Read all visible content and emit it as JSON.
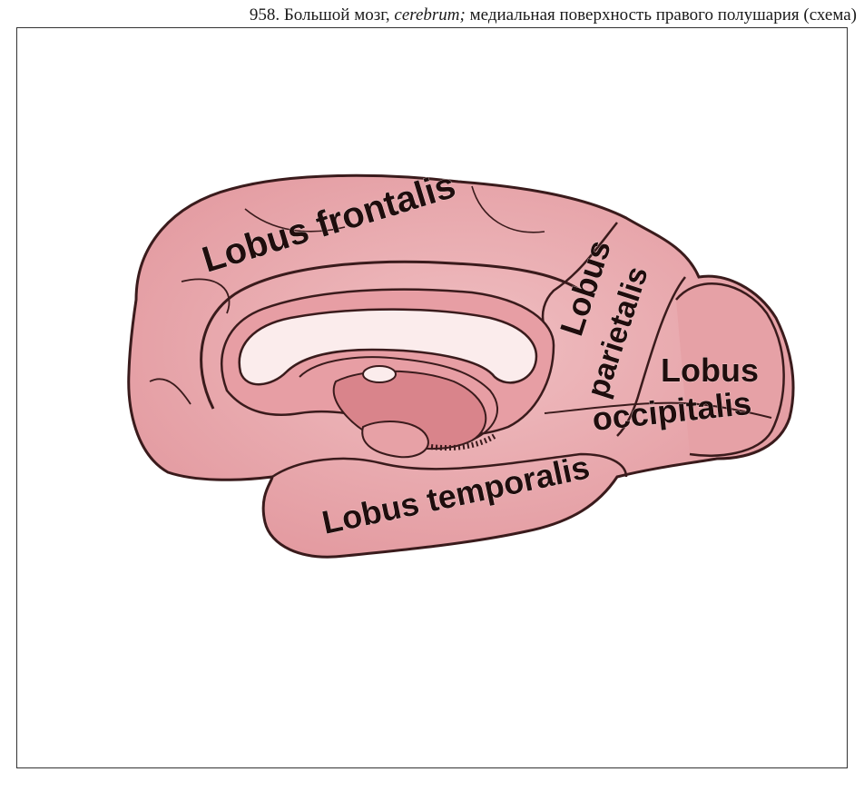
{
  "caption": {
    "number": "958. Большой мозг, ",
    "latin": "cerebrum;",
    "rest": " медиальная поверхность правого полушария (схема)"
  },
  "labels": {
    "frontal": "Lobus frontalis",
    "parietal_1": "Lobus",
    "parietal_2": "parietalis",
    "occipital_1": "Lobus",
    "occipital_2": "occipitalis",
    "temporal": "Lobus temporalis"
  },
  "colors": {
    "brain_fill": "#e9a9ad",
    "brain_dark": "#c7676f",
    "outline": "#3a1b1c",
    "inner_white": "#fbecec"
  }
}
